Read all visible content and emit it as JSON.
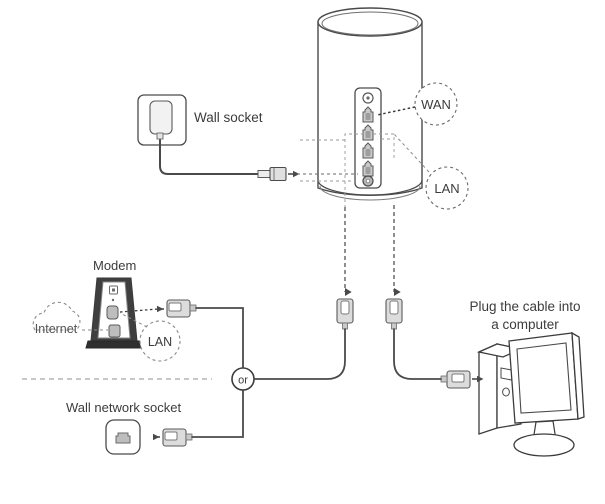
{
  "diagram": {
    "title": "Router cable connection diagram",
    "background": "#ffffff",
    "stroke": "#4a4a4a",
    "stroke_light": "#8a8a8a",
    "text_color": "#3c3c3c",
    "fill_light": "#f2f2f2",
    "fill_mid": "#c9c9c9",
    "fill_dark": "#5a5a5a"
  },
  "labels": {
    "wall_socket": "Wall socket",
    "wan": "WAN",
    "lan_router": "LAN",
    "modem": "Modem",
    "internet": "Internet",
    "lan_modem": "LAN",
    "or": "or",
    "wall_network_socket": "Wall network socket",
    "computer_line1": "Plug the cable into",
    "computer_line2": "a computer"
  },
  "devices": {
    "router": {
      "name": "cylindrical-router",
      "ports_panel": {
        "top_round_port": "power-or-reset-round-port",
        "rj45_ports": 4,
        "bottom_round_port": "power-input-round-port"
      }
    },
    "modem": {
      "name": "modem-tower",
      "ports": [
        "lan-port",
        "internet-port"
      ]
    },
    "computer": {
      "name": "desktop-computer",
      "parts": [
        "tower",
        "monitor"
      ]
    },
    "wall_socket": {
      "name": "wall-power-socket",
      "plug": "power-adapter"
    },
    "wall_network_socket": {
      "name": "wall-ethernet-socket",
      "jack": "rj45-jack"
    }
  },
  "connectors": {
    "power_barrel": "barrel-power-connector",
    "rj45_modem": "rj45-connector",
    "rj45_wallsocket": "rj45-connector",
    "rj45_router_left": "rj45-connector",
    "rj45_router_right": "rj45-connector",
    "rj45_computer": "rj45-connector"
  }
}
